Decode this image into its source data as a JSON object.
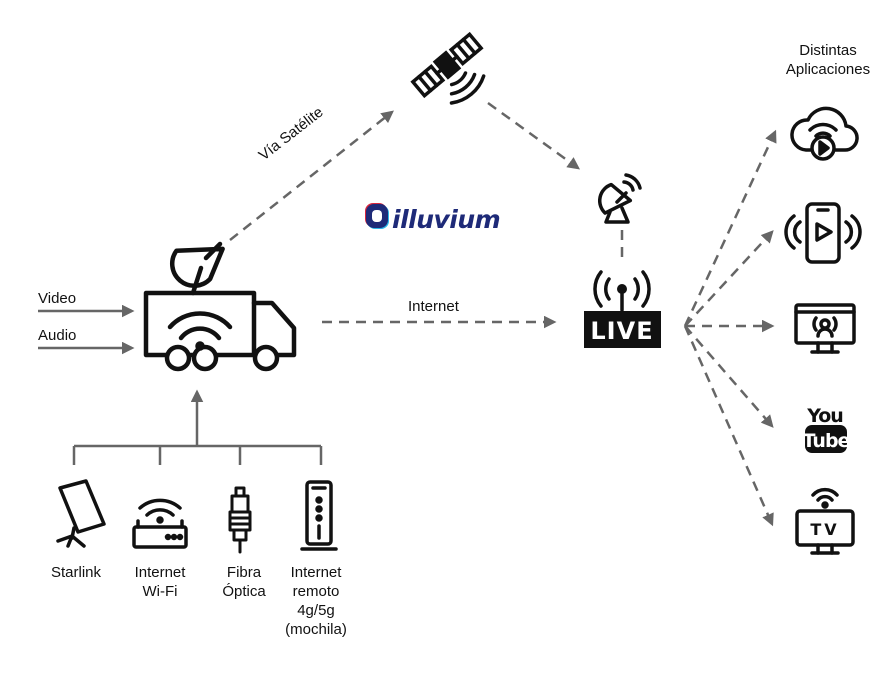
{
  "header": {
    "applications_line1": "Distintas",
    "applications_line2": "Aplicaciones"
  },
  "inputs": {
    "video": "Video",
    "audio": "Audio"
  },
  "links": {
    "satellite_label": "Vía Satélite",
    "internet_label": "Internet"
  },
  "brand": {
    "name": "illuvium",
    "colors": {
      "blue": "#1e2a78",
      "red": "#d7263d",
      "cyan": "#2bb5e8"
    }
  },
  "live_badge": {
    "text": "LIVE"
  },
  "connections": [
    {
      "id": "starlink",
      "lines": [
        "Starlink"
      ]
    },
    {
      "id": "wifi",
      "lines": [
        "Internet",
        "Wi-Fi"
      ]
    },
    {
      "id": "fiber",
      "lines": [
        "Fibra",
        "Óptica"
      ]
    },
    {
      "id": "remote",
      "lines": [
        "Internet",
        "remoto",
        "4g/5g",
        "(mochila)"
      ]
    }
  ],
  "applications": [
    {
      "id": "cloud-stream",
      "icon": "cloud-play-icon"
    },
    {
      "id": "mobile",
      "icon": "phone-play-icon"
    },
    {
      "id": "desktop",
      "icon": "monitor-broadcast-icon"
    },
    {
      "id": "youtube",
      "icon": "youtube-icon",
      "top": "You",
      "bottom": "Tube"
    },
    {
      "id": "tv",
      "icon": "tv-icon",
      "text": "TV"
    }
  ],
  "colors": {
    "icon": "#111111",
    "arrow": "#666666"
  }
}
